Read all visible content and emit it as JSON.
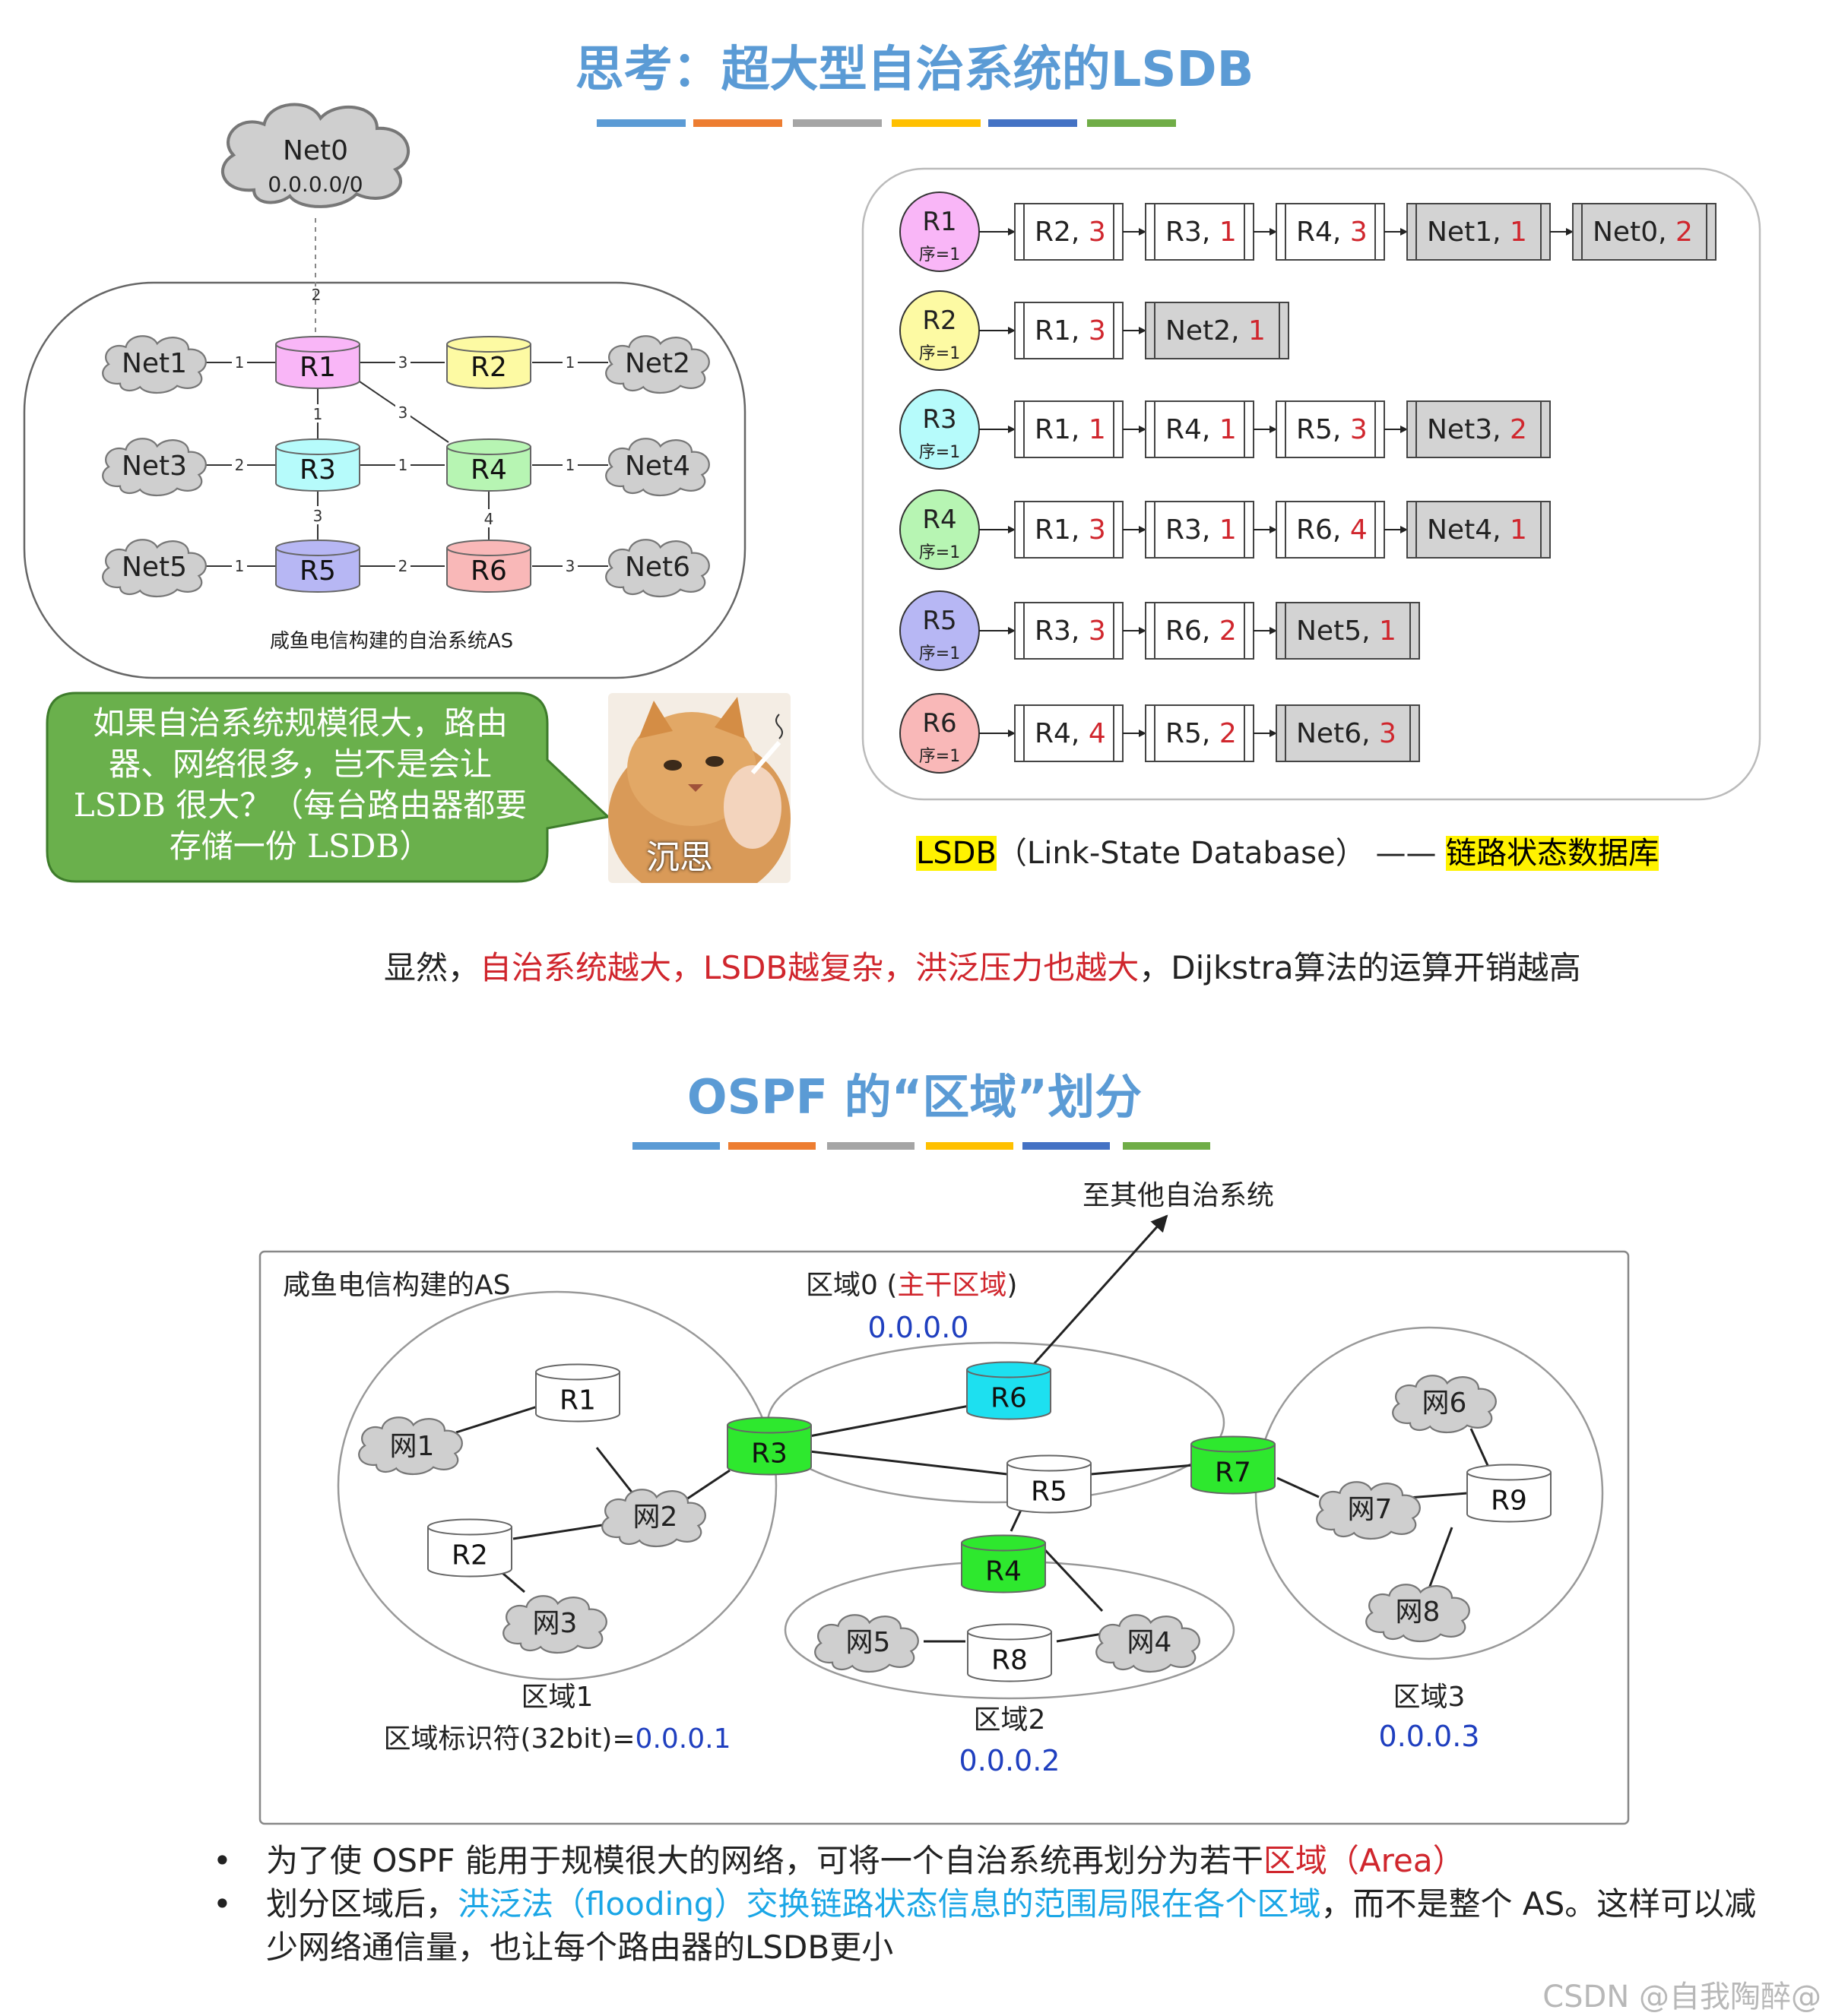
{
  "top_section": {
    "title": "思考：超大型自治系统的LSDB",
    "title_bar_colors": [
      "#5b9bd5",
      "#ed7d31",
      "#a5a5a5",
      "#ffc000",
      "#4472c4",
      "#70ad47"
    ],
    "topology": {
      "caption": "咸鱼电信构建的自治系统AS",
      "net0_name": "Net0",
      "net0_prefix": "0.0.0.0/0",
      "net0_link_cost": "2",
      "routers": [
        {
          "name": "R1",
          "color": "#f9b6f7"
        },
        {
          "name": "R2",
          "color": "#fdfaa3"
        },
        {
          "name": "R3",
          "color": "#b6fbfb"
        },
        {
          "name": "R4",
          "color": "#b7f5b3"
        },
        {
          "name": "R5",
          "color": "#b7b7f4"
        },
        {
          "name": "R6",
          "color": "#f9b8b8"
        }
      ],
      "networks": [
        "Net1",
        "Net2",
        "Net3",
        "Net4",
        "Net5",
        "Net6"
      ],
      "link_costs": {
        "net1_r1": "1",
        "r1_r2": "3",
        "r2_net2": "1",
        "r1_r3": "1",
        "r1_r4": "3",
        "net3_r3": "2",
        "r3_r4": "1",
        "r4_net4": "1",
        "r3_r5": "3",
        "r4_r6": "4",
        "net5_r5": "1",
        "r5_r6": "2",
        "r6_net6": "3"
      }
    },
    "bubble_text": "如果自治系统规模很大，路由器、网络很多，岂不是会让 LSDB 很大？（每台路由器都要存储一份 LSDB）",
    "cat_caption": "沉思",
    "lsdb": [
      {
        "router": "R1",
        "seq": "序=1",
        "color": "#f9b6f7",
        "entries": [
          {
            "name": "R2,",
            "cost": "3",
            "net": false
          },
          {
            "name": "R3,",
            "cost": "1",
            "net": false
          },
          {
            "name": "R4,",
            "cost": "3",
            "net": false
          },
          {
            "name": "Net1,",
            "cost": "1",
            "net": true
          },
          {
            "name": "Net0,",
            "cost": "2",
            "net": true
          }
        ]
      },
      {
        "router": "R2",
        "seq": "序=1",
        "color": "#fdfaa3",
        "entries": [
          {
            "name": "R1,",
            "cost": "3",
            "net": false
          },
          {
            "name": "Net2,",
            "cost": "1",
            "net": true
          }
        ]
      },
      {
        "router": "R3",
        "seq": "序=1",
        "color": "#b6fbfb",
        "entries": [
          {
            "name": "R1,",
            "cost": "1",
            "net": false
          },
          {
            "name": "R4,",
            "cost": "1",
            "net": false
          },
          {
            "name": "R5,",
            "cost": "3",
            "net": false
          },
          {
            "name": "Net3,",
            "cost": "2",
            "net": true
          }
        ]
      },
      {
        "router": "R4",
        "seq": "序=1",
        "color": "#b7f5b3",
        "entries": [
          {
            "name": "R1,",
            "cost": "3",
            "net": false
          },
          {
            "name": "R3,",
            "cost": "1",
            "net": false
          },
          {
            "name": "R6,",
            "cost": "4",
            "net": false
          },
          {
            "name": "Net4,",
            "cost": "1",
            "net": true
          }
        ]
      },
      {
        "router": "R5",
        "seq": "序=1",
        "color": "#b7b7f4",
        "entries": [
          {
            "name": "R3,",
            "cost": "3",
            "net": false
          },
          {
            "name": "R6,",
            "cost": "2",
            "net": false
          },
          {
            "name": "Net5,",
            "cost": "1",
            "net": true
          }
        ]
      },
      {
        "router": "R6",
        "seq": "序=1",
        "color": "#f9b8b8",
        "entries": [
          {
            "name": "R4,",
            "cost": "4",
            "net": false
          },
          {
            "name": "R5,",
            "cost": "2",
            "net": false
          },
          {
            "name": "Net6,",
            "cost": "3",
            "net": true
          }
        ]
      }
    ],
    "lsdb_legend": {
      "term": "LSDB",
      "full": "（Link-State Database）",
      "dash": "——",
      "cn": "链路状态数据库"
    },
    "observation": {
      "prefix": "显然，",
      "red1": "自治系统越大，",
      "red2": "LSDB越复杂，",
      "red3": "洪泛压力也越大",
      "suffix": "，Dijkstra算法的运算开销越高"
    }
  },
  "bottom_section": {
    "title": "OSPF 的“区域”划分",
    "title_bar_colors": [
      "#5b9bd5",
      "#ed7d31",
      "#a5a5a5",
      "#ffc000",
      "#4472c4",
      "#70ad47"
    ],
    "as_label": "咸鱼电信构建的AS",
    "to_other_as": "至其他自治系统",
    "area0": {
      "label_prefix": "区域0 (",
      "label_red": "主干区域",
      "label_suffix": ")",
      "id": "0.0.0.0"
    },
    "area1": {
      "label": "区域1",
      "id_label": "区域标识符(32bit)=",
      "id": "0.0.0.1"
    },
    "area2": {
      "label": "区域2",
      "id": "0.0.0.2"
    },
    "area3": {
      "label": "区域3",
      "id": "0.0.0.3"
    },
    "routers": {
      "R1": "R1",
      "R2": "R2",
      "R3": "R3",
      "R4": "R4",
      "R5": "R5",
      "R6": "R6",
      "R7": "R7",
      "R8": "R8",
      "R9": "R9"
    },
    "networks": {
      "n1": "网1",
      "n2": "网2",
      "n3": "网3",
      "n4": "网4",
      "n5": "网5",
      "n6": "网6",
      "n7": "网7",
      "n8": "网8"
    },
    "colors": {
      "abr": "#2ee82e",
      "asbr": "#1de0f0",
      "plain": "#ffffff"
    },
    "bullets": [
      {
        "a": "为了使 OSPF 能用于规模很大的网络，可将一个自治系统再划分为若干",
        "red": "区域（Area）"
      },
      {
        "a": "划分区域后，",
        "cyan": "洪泛法（flooding）交换链路状态信息的范围局限在各个区域",
        "b": "，而不是整个 AS。这样可以减少网络通信量，也让每个路由器的LSDB更小"
      }
    ]
  },
  "watermark": "CSDN @自我陶醉@"
}
